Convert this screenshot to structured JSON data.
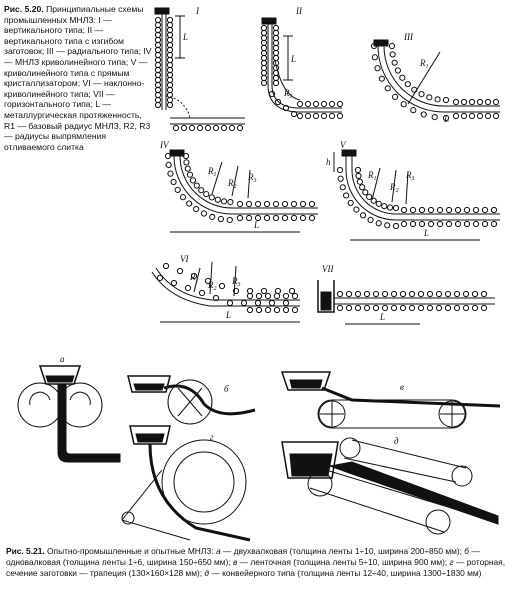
{
  "fig_5_20": {
    "number": "Рис. 5.20.",
    "caption": "Принципиальные схемы промышленных МНЛЗ: I — вертикального типа; II — вертикального типа с изгибом заготовок; III — радиального типа; IV — МНЛЗ криволинейного типа; V — криволинейного типа с прямым кристаллизатором; VI — наклонно-криволинейного типа; VII — горизонтального типа; L — металлургическая протяженность, R1 — базовый радиус МНЛЗ, R2, R3 — радиусы выпрямления отливаемого слитка",
    "schemes": {
      "s1": {
        "roman": "I",
        "L": "L"
      },
      "s2": {
        "roman": "II",
        "L": "L",
        "R": "R",
        "R_sub": "1"
      },
      "s3": {
        "roman": "III",
        "L": "L",
        "R": "R",
        "R_sub": "1"
      },
      "s4": {
        "roman": "IV",
        "L": "L",
        "R1": "R",
        "R1_sub": "1",
        "R2": "R",
        "R2_sub": "2",
        "R3": "R",
        "R3_sub": "3"
      },
      "s5": {
        "roman": "V",
        "L": "L",
        "h": "h",
        "R1": "R",
        "R1_sub": "1",
        "R2": "R",
        "R2_sub": "2",
        "R3": "R",
        "R3_sub": "3"
      },
      "s6": {
        "roman": "VI",
        "L": "L",
        "R1": "R",
        "R1_sub": "1",
        "R2": "R",
        "R2_sub": "2",
        "R3": "R",
        "R3_sub": "3"
      },
      "s7": {
        "roman": "VII",
        "L": "L"
      }
    }
  },
  "fig_5_21": {
    "number": "Рис. 5.21.",
    "caption_title": "Опытно-промышленные и опытные МНЛЗ:",
    "items": [
      {
        "letter": "а",
        "text": "двухвалковая (толщина ленты 1÷10, ширина 200÷850 мм);"
      },
      {
        "letter": "б",
        "text": "одновалковая (толщина ленты 1÷6, ширина 150÷650 мм);"
      },
      {
        "letter": "в",
        "text": "ленточная (толщина ленты 5÷10, ширина 900 мм);"
      },
      {
        "letter": "г",
        "text": "роторная, сечение заготовки — трапеция (130×160×128 мм);"
      },
      {
        "letter": "д",
        "text": "конвейерного типа (толщина ленты 12÷40, ширина 1300÷1830 мм)"
      }
    ],
    "panel_labels": {
      "a": "а",
      "b": "б",
      "v": "в",
      "g": "г",
      "d": "д"
    }
  }
}
